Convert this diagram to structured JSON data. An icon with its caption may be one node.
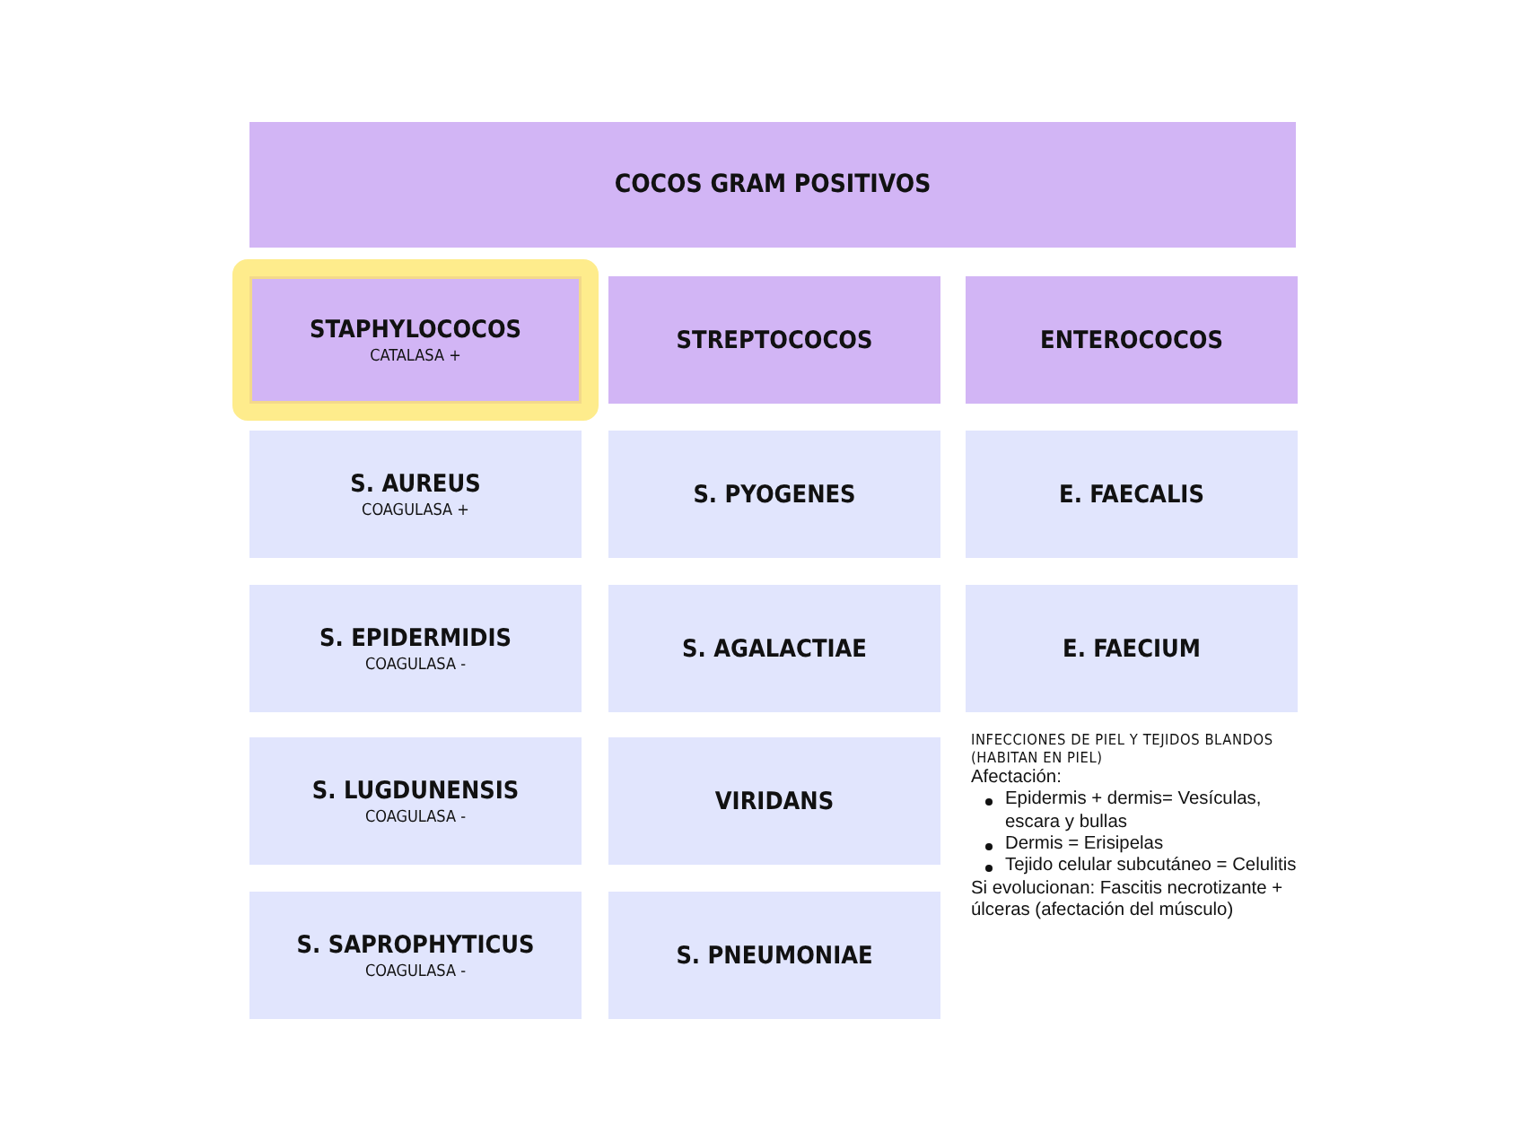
{
  "diagram": {
    "nodes": [
      {
        "text": [
          "COCOS GRAM POSITIVOS"
        ]
      },
      {
        "text": [
          "STAPHYLOCOCOS",
          "CATALASA +"
        ]
      },
      {
        "text": [
          "STREPTOCOCOS"
        ]
      },
      {
        "text": [
          "ENTEROCOCOS"
        ]
      },
      {
        "text": [
          "S. AUREUS",
          "COAGULASA +"
        ]
      },
      {
        "text": [
          "S. PYOGENES"
        ]
      },
      {
        "text": [
          "E. FAECALIS"
        ]
      },
      {
        "text": [
          "S. EPIDERMIDIS",
          "COAGULASA -"
        ]
      },
      {
        "text": [
          "S. AGALACTIAE"
        ]
      },
      {
        "text": [
          "E. FAECIUM"
        ]
      },
      {
        "text": [
          "S. LUGDUNENSIS",
          "COAGULASA -"
        ]
      },
      {
        "text": [
          "VIRIDANS"
        ]
      },
      {
        "text": [
          "S. SAPROPHYTICUS",
          "COAGULASA -"
        ]
      },
      {
        "text": [
          "S. PNEUMONIAE"
        ]
      }
    ],
    "labels": [
      "INFECCIONES DE PIEL Y TEJIDOS BLANDOS (HABITAN EN PIEL)",
      "Afectación:",
      "Epidermis + dermis= Vesículas, escara y bullas",
      "Dermis = Erisipelas",
      "Tejido celular subcutáneo = Celulitis",
      "Si evolucionan: Fascitis necrotizante + úlceras (afectación del músculo)"
    ]
  }
}
